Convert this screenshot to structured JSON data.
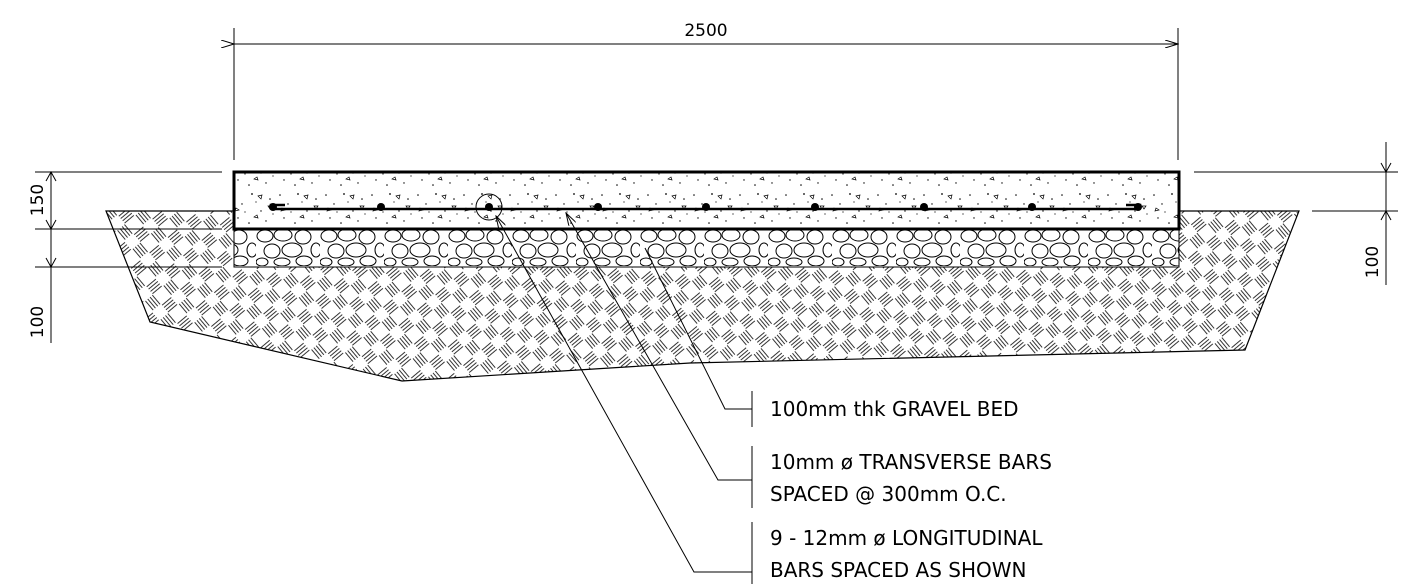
{
  "dimensions": {
    "overall_width": "2500",
    "slab_thickness": "150",
    "gravel_left": "100",
    "gravel_right": "100"
  },
  "notes": {
    "gravel": "100mm thk GRAVEL BED",
    "transverse_line1": "10mm ø TRANSVERSE BARS",
    "transverse_line2": "SPACED @ 300mm O.C.",
    "longitudinal_line1": "9 - 12mm ø LONGITUDINAL",
    "longitudinal_line2": "BARS SPACED AS SHOWN"
  }
}
